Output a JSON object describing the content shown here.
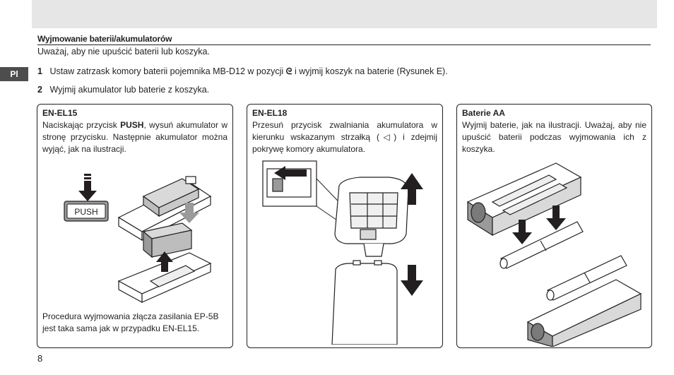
{
  "section": {
    "title": "Wyjmowanie baterii/akumulatorów",
    "intro": "Uważaj, aby nie upuścić baterii lub koszyka."
  },
  "language_tab": "Pl",
  "steps": [
    {
      "number": "1",
      "text_before": "Ustaw zatrzask komory baterii pojemnika MB-D12 w pozycji",
      "glyph": "ᘓ",
      "text_after": "i wyjmij koszyk na baterie (Rysunek E)."
    },
    {
      "number": "2",
      "text": "Wyjmij akumulator lub baterie z koszyka."
    }
  ],
  "panels": [
    {
      "title": "EN-EL15",
      "text_before": "Naciskając przycisk ",
      "text_bold": "PUSH",
      "text_after": ", wysuń akumulator w stronę przycisku. Następnie akumulator można wyjąć, jak na ilustracji.",
      "push_label": "PUSH",
      "footer": "Procedura wyjmowania złącza zasilania EP-5B jest taka sama jak w przypadku EN-EL15."
    },
    {
      "title": "EN-EL18",
      "text": "Przesuń przycisk zwalniania akumulatora w kierunku wskazanym strzałką (◁) i zdejmij pokrywę komory akumulatora."
    },
    {
      "title": "Baterie AA",
      "text": "Wyjmij baterie, jak na ilustracji. Uważaj, aby nie upuścić baterii podczas wyjmowania ich z koszyka."
    }
  ],
  "page_number": "8",
  "colors": {
    "text": "#231f20",
    "header_bar": "#e6e6e6",
    "lang_tab": "#4d4d4d",
    "illustration_gray": "#9a9a9a"
  }
}
